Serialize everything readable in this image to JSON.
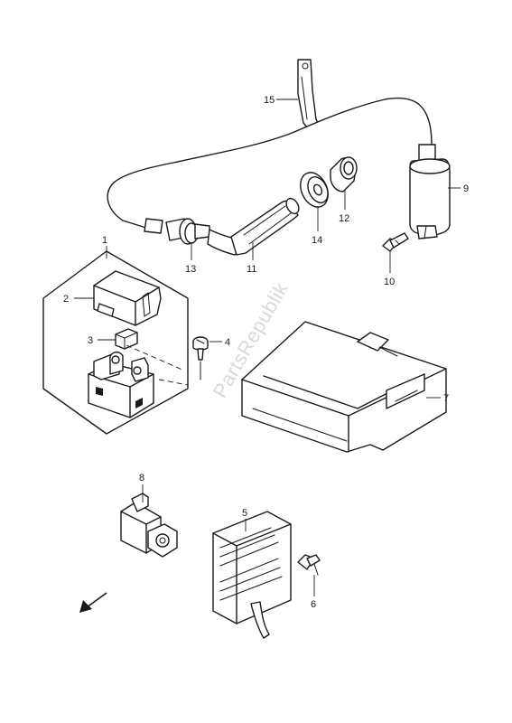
{
  "watermark": "PartsRepublik",
  "callouts": {
    "c1": "1",
    "c2": "2",
    "c3": "3",
    "c4": "4",
    "c5": "5",
    "c6": "6",
    "c7": "7",
    "c8": "8",
    "c9": "9",
    "c10": "10",
    "c11": "11",
    "c12": "12",
    "c13": "13",
    "c14": "14",
    "c15": "15"
  },
  "icons": {
    "front_direction": "arrow-down-left-icon"
  }
}
